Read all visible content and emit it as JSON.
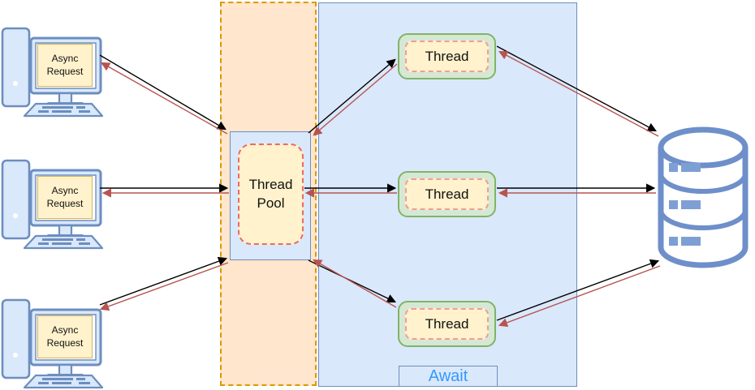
{
  "diagram": {
    "title": "Async request thread-pool diagram",
    "computers": [
      {
        "label": "Async\nRequest"
      },
      {
        "label": "Async\nRequest"
      },
      {
        "label": "Async\nRequest"
      }
    ],
    "thread_pool": {
      "label": "Thread\nPool"
    },
    "threads": [
      {
        "label": "Thread"
      },
      {
        "label": "Thread"
      },
      {
        "label": "Thread"
      }
    ],
    "await_zone": {
      "label": "Await"
    },
    "icons": {
      "computer": "workstation-icon",
      "database": "database-cylinder-icon"
    },
    "colors": {
      "blue_stroke": "#6c8ebf",
      "blue_fill": "#dae8fc",
      "orange_band_fill": "#ffe6cc",
      "orange_band_border": "#d79b00",
      "yellow_fill": "#fff2cc",
      "yellow_stroke": "#d6b656",
      "green_stroke": "#82b366",
      "green_fill": "#d5e8d4",
      "red_dashed": "#ea6b66",
      "arrow_black": "#000000",
      "arrow_red": "#b85450",
      "database_blue": "#6e8fc9",
      "await_text": "#3399ff"
    }
  }
}
